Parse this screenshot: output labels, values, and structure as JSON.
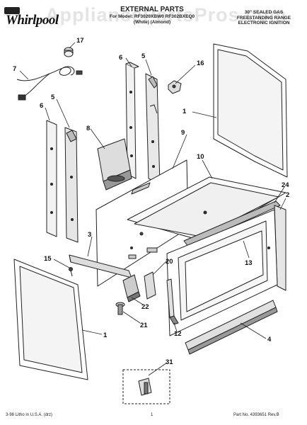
{
  "brand": {
    "logo_text": "Whirlpool",
    "badge_text": ""
  },
  "watermark": "AppliancePartsPros.com",
  "header": {
    "title": "EXTERNAL PARTS",
    "subtitle_line1": "For Model: RF3020XBW0 RF302BXEQ0",
    "subtitle_line2": "(White)     (Almond)",
    "right_line1": "30\" SEALED GAS",
    "right_line2": "FREESTANDING RANGE",
    "right_line3": "ELECTRONIC IGNITION"
  },
  "callouts": [
    "17",
    "7",
    "16",
    "6",
    "5",
    "1",
    "6",
    "5",
    "8",
    "9",
    "10",
    "24",
    "2",
    "3",
    "13",
    "15",
    "20",
    "22",
    "21",
    "12",
    "1",
    "4",
    "31"
  ],
  "footer": {
    "left": "3-98 Litho in U.S.A. (drz)",
    "page": "1",
    "part_no": "Part No. 4393651 Rev.B"
  }
}
